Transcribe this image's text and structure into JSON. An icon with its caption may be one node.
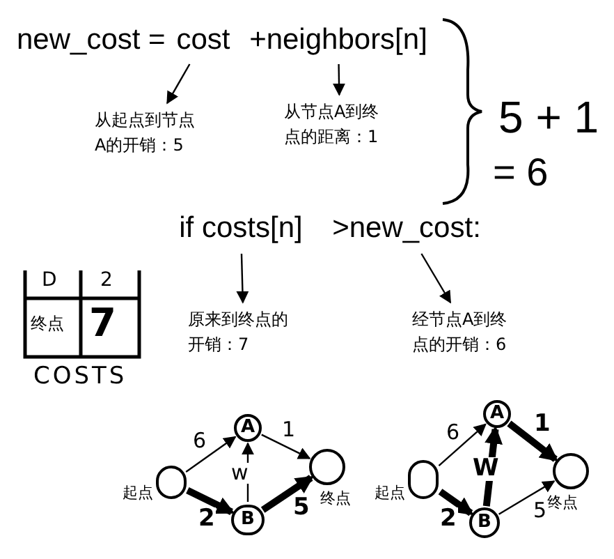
{
  "diagram": {
    "nodes": [
      {
        "text": [
          "cost"
        ]
      },
      {
        "text": [
          "+neighbors[n]"
        ]
      },
      {
        "text": [
          "从起点到节点A的开销：5"
        ]
      },
      {
        "text": [
          "从节点A到终点的距离：1"
        ]
      },
      {
        "text": [
          "if costs[n]"
        ]
      },
      {
        "text": [
          ">new_cost:"
        ]
      },
      {
        "text": [
          "原来到终点的开销：7"
        ]
      },
      {
        "text": [
          "经节点A到终点的开销：6"
        ]
      },
      {
        "text": [],
        "shape": "circle",
        "beside": [
          "起点"
        ]
      },
      {
        "text": [
          "A"
        ]
      },
      {
        "text": [
          "B"
        ]
      },
      {
        "text": [],
        "shape": "circle",
        "beside": [
          "终点"
        ]
      },
      {
        "text": [],
        "shape": "circle",
        "beside": [
          "起点"
        ]
      },
      {
        "text": [
          "A"
        ]
      },
      {
        "text": [
          "B"
        ]
      },
      {
        "text": [],
        "shape": "circle",
        "beside": [
          "终点"
        ]
      }
    ],
    "edges": [
      {
        "from": 0,
        "to": 2,
        "arrow": "to"
      },
      {
        "from": 1,
        "to": 3,
        "arrow": "to"
      },
      {
        "from": 4,
        "to": 6,
        "arrow": "to"
      },
      {
        "from": 5,
        "to": 7,
        "arrow": "to"
      },
      {
        "from": 8,
        "to": 9,
        "arrow": "to",
        "label": "6"
      },
      {
        "from": 8,
        "to": 10,
        "arrow": "to",
        "label": "2",
        "style": "thick"
      },
      {
        "from": 10,
        "to": 9,
        "arrow": "to",
        "label": "w"
      },
      {
        "from": 9,
        "to": 11,
        "arrow": "to",
        "label": "1"
      },
      {
        "from": 10,
        "to": 11,
        "arrow": "to",
        "label": "5",
        "style": "thick"
      },
      {
        "from": 12,
        "to": 13,
        "arrow": "to",
        "label": "6"
      },
      {
        "from": 12,
        "to": 14,
        "arrow": "to",
        "label": "2",
        "style": "thick"
      },
      {
        "from": 14,
        "to": 13,
        "arrow": "to",
        "label": "W",
        "style": "thick"
      },
      {
        "from": 13,
        "to": 15,
        "arrow": "to",
        "label": "1",
        "style": "thick"
      },
      {
        "from": 14,
        "to": 15,
        "arrow": "to",
        "label": "5"
      }
    ],
    "labels": [
      "new_cost =",
      "5 + 1",
      "= 6",
      "D",
      "2",
      "终点",
      "7",
      "COSTS"
    ]
  }
}
